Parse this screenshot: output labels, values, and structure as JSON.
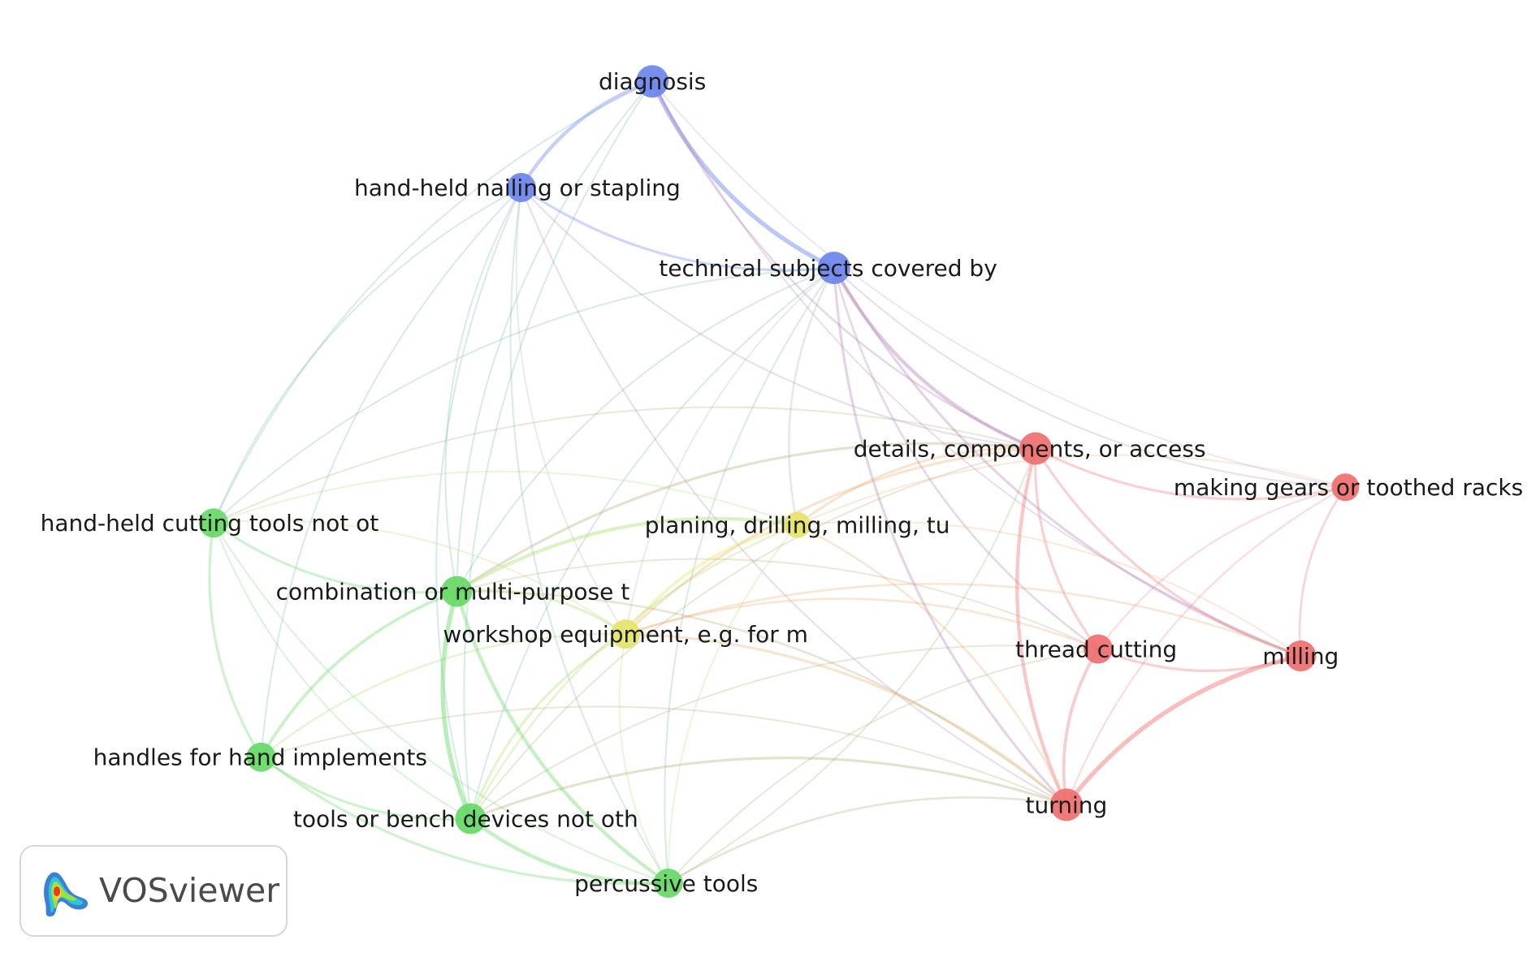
{
  "app": {
    "name": "VOSviewer"
  },
  "colors": {
    "red": "#ef6f6f",
    "green": "#66d866",
    "blue": "#6b84ec",
    "yellow": "#e4e46a"
  },
  "nodes": [
    {
      "id": "diagnosis",
      "label": "diagnosis",
      "cluster": "blue",
      "size": 20
    },
    {
      "id": "nailing",
      "label": "hand-held nailing or stapling",
      "cluster": "blue",
      "size": 18
    },
    {
      "id": "technical",
      "label": "technical subjects covered by",
      "cluster": "blue",
      "size": 20
    },
    {
      "id": "details",
      "label": "details, components, or access",
      "cluster": "red",
      "size": 20
    },
    {
      "id": "gears",
      "label": "making gears or toothed racks",
      "cluster": "red",
      "size": 17
    },
    {
      "id": "thread",
      "label": "thread cutting",
      "cluster": "red",
      "size": 18
    },
    {
      "id": "milling",
      "label": "milling",
      "cluster": "red",
      "size": 19
    },
    {
      "id": "turning",
      "label": "turning",
      "cluster": "red",
      "size": 20
    },
    {
      "id": "planing",
      "label": "planing, drilling, milling, tu",
      "cluster": "yellow",
      "size": 16
    },
    {
      "id": "workshop",
      "label": "workshop equipment, e.g. for m",
      "cluster": "yellow",
      "size": 18
    },
    {
      "id": "cutting",
      "label": "hand-held cutting tools not ot",
      "cluster": "green",
      "size": 18
    },
    {
      "id": "combination",
      "label": "combination or multi-purpose t",
      "cluster": "green",
      "size": 19
    },
    {
      "id": "handles",
      "label": "handles for hand implements",
      "cluster": "green",
      "size": 18
    },
    {
      "id": "bench",
      "label": "tools or bench devices not oth",
      "cluster": "green",
      "size": 19
    },
    {
      "id": "percussive",
      "label": "percussive tools",
      "cluster": "green",
      "size": 18
    }
  ],
  "links": [
    [
      "diagnosis",
      "nailing",
      3
    ],
    [
      "diagnosis",
      "technical",
      4
    ],
    [
      "nailing",
      "technical",
      2
    ],
    [
      "diagnosis",
      "details",
      1.5
    ],
    [
      "diagnosis",
      "milling",
      1
    ],
    [
      "diagnosis",
      "cutting",
      1
    ],
    [
      "diagnosis",
      "combination",
      1
    ],
    [
      "diagnosis",
      "bench",
      1
    ],
    [
      "diagnosis",
      "gears",
      0.6
    ],
    [
      "nailing",
      "cutting",
      1
    ],
    [
      "nailing",
      "combination",
      1
    ],
    [
      "nailing",
      "handles",
      1
    ],
    [
      "nailing",
      "bench",
      1
    ],
    [
      "nailing",
      "percussive",
      1
    ],
    [
      "nailing",
      "details",
      1
    ],
    [
      "nailing",
      "turning",
      1
    ],
    [
      "nailing",
      "workshop",
      1
    ],
    [
      "technical",
      "details",
      3
    ],
    [
      "technical",
      "milling",
      2
    ],
    [
      "technical",
      "turning",
      2
    ],
    [
      "technical",
      "thread",
      1.5
    ],
    [
      "technical",
      "planing",
      1.5
    ],
    [
      "technical",
      "workshop",
      1
    ],
    [
      "technical",
      "combination",
      1
    ],
    [
      "technical",
      "cutting",
      1
    ],
    [
      "technical",
      "bench",
      1
    ],
    [
      "technical",
      "percussive",
      1
    ],
    [
      "technical",
      "gears",
      1
    ],
    [
      "details",
      "turning",
      3
    ],
    [
      "details",
      "thread",
      2
    ],
    [
      "details",
      "milling",
      2
    ],
    [
      "details",
      "gears",
      2
    ],
    [
      "details",
      "planing",
      2
    ],
    [
      "details",
      "workshop",
      2
    ],
    [
      "details",
      "combination",
      2
    ],
    [
      "details",
      "bench",
      1
    ],
    [
      "details",
      "cutting",
      1
    ],
    [
      "gears",
      "milling",
      1.5
    ],
    [
      "gears",
      "thread",
      1
    ],
    [
      "gears",
      "turning",
      1
    ],
    [
      "gears",
      "planing",
      1
    ],
    [
      "thread",
      "milling",
      2
    ],
    [
      "thread",
      "turning",
      2.5
    ],
    [
      "thread",
      "workshop",
      1.5
    ],
    [
      "thread",
      "combination",
      1
    ],
    [
      "thread",
      "bench",
      1
    ],
    [
      "thread",
      "percussive",
      1
    ],
    [
      "milling",
      "turning",
      4
    ],
    [
      "milling",
      "planing",
      1
    ],
    [
      "milling",
      "workshop",
      1.5
    ],
    [
      "turning",
      "workshop",
      2
    ],
    [
      "turning",
      "combination",
      1.5
    ],
    [
      "turning",
      "bench",
      2
    ],
    [
      "turning",
      "percussive",
      1.5
    ],
    [
      "turning",
      "handles",
      1
    ],
    [
      "turning",
      "planing",
      1.5
    ],
    [
      "planing",
      "workshop",
      3
    ],
    [
      "planing",
      "combination",
      3
    ],
    [
      "planing",
      "bench",
      1.5
    ],
    [
      "planing",
      "percussive",
      1
    ],
    [
      "planing",
      "cutting",
      1
    ],
    [
      "workshop",
      "combination",
      2
    ],
    [
      "workshop",
      "bench",
      2
    ],
    [
      "workshop",
      "handles",
      1.5
    ],
    [
      "workshop",
      "percussive",
      1
    ],
    [
      "workshop",
      "cutting",
      1
    ],
    [
      "cutting",
      "combination",
      2
    ],
    [
      "cutting",
      "handles",
      2
    ],
    [
      "cutting",
      "bench",
      1
    ],
    [
      "cutting",
      "percussive",
      1
    ],
    [
      "combination",
      "handles",
      2.5
    ],
    [
      "combination",
      "bench",
      4
    ],
    [
      "combination",
      "percussive",
      3
    ],
    [
      "handles",
      "bench",
      2
    ],
    [
      "handles",
      "percussive",
      2
    ],
    [
      "bench",
      "percussive",
      3
    ],
    [
      "percussive",
      "details",
      1
    ]
  ]
}
